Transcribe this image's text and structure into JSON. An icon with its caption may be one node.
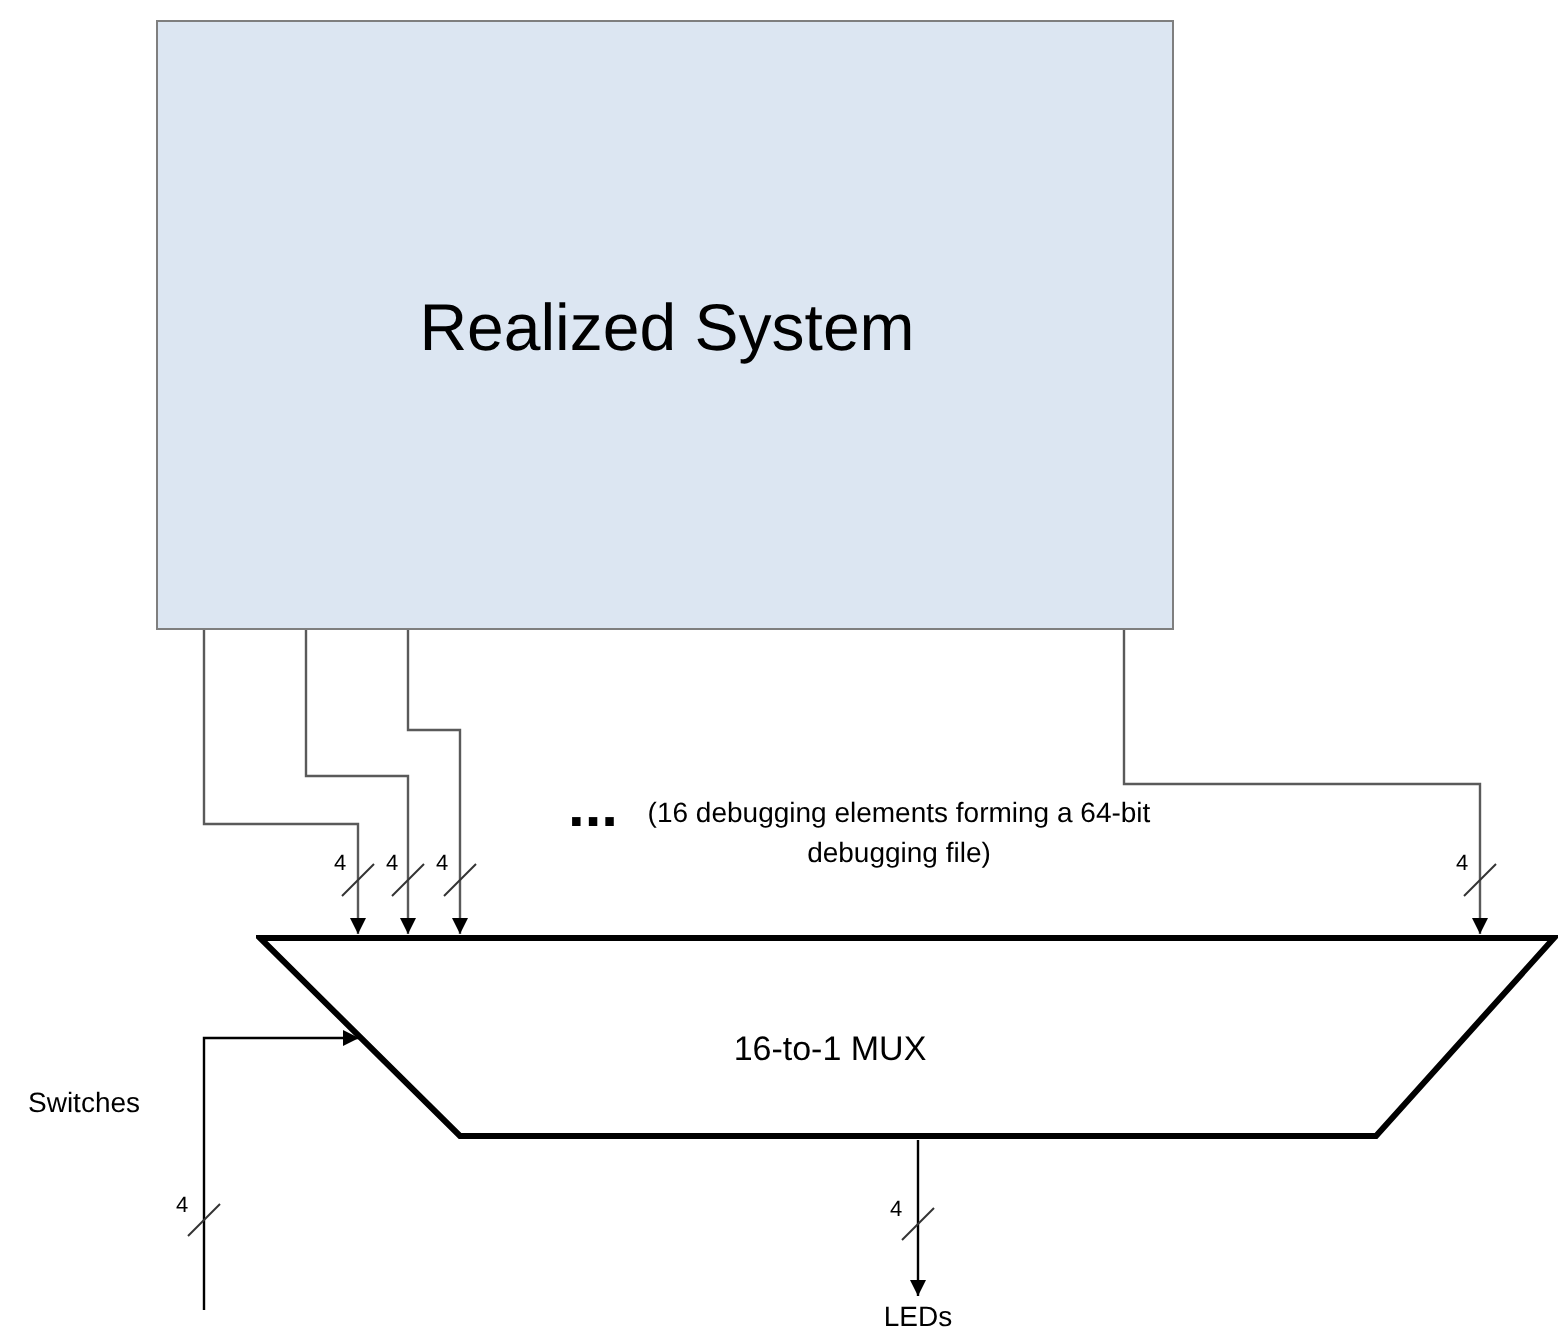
{
  "diagram": {
    "nodes": [
      {
        "text": [
          "Realized System"
        ]
      },
      {
        "text": [
          "16-to-1 MUX"
        ]
      },
      {
        "text": [
          "LEDs"
        ]
      }
    ],
    "edges": [
      {
        "from": 0,
        "to": 1,
        "arrow": "to"
      },
      {
        "from": 0,
        "to": 1,
        "arrow": "to"
      },
      {
        "from": 0,
        "to": 1,
        "arrow": "to"
      },
      {
        "from": 0,
        "to": 1,
        "arrow": "to"
      },
      {
        "from": null,
        "to": 1,
        "arrow": "to",
        "label": "Switches"
      },
      {
        "from": 1,
        "to": 2,
        "arrow": "to"
      }
    ],
    "labels": [
      "...",
      "(16 debugging elements forming a 64-bit debugging file)",
      "4",
      "4",
      "4",
      "4",
      "4",
      "4"
    ]
  }
}
